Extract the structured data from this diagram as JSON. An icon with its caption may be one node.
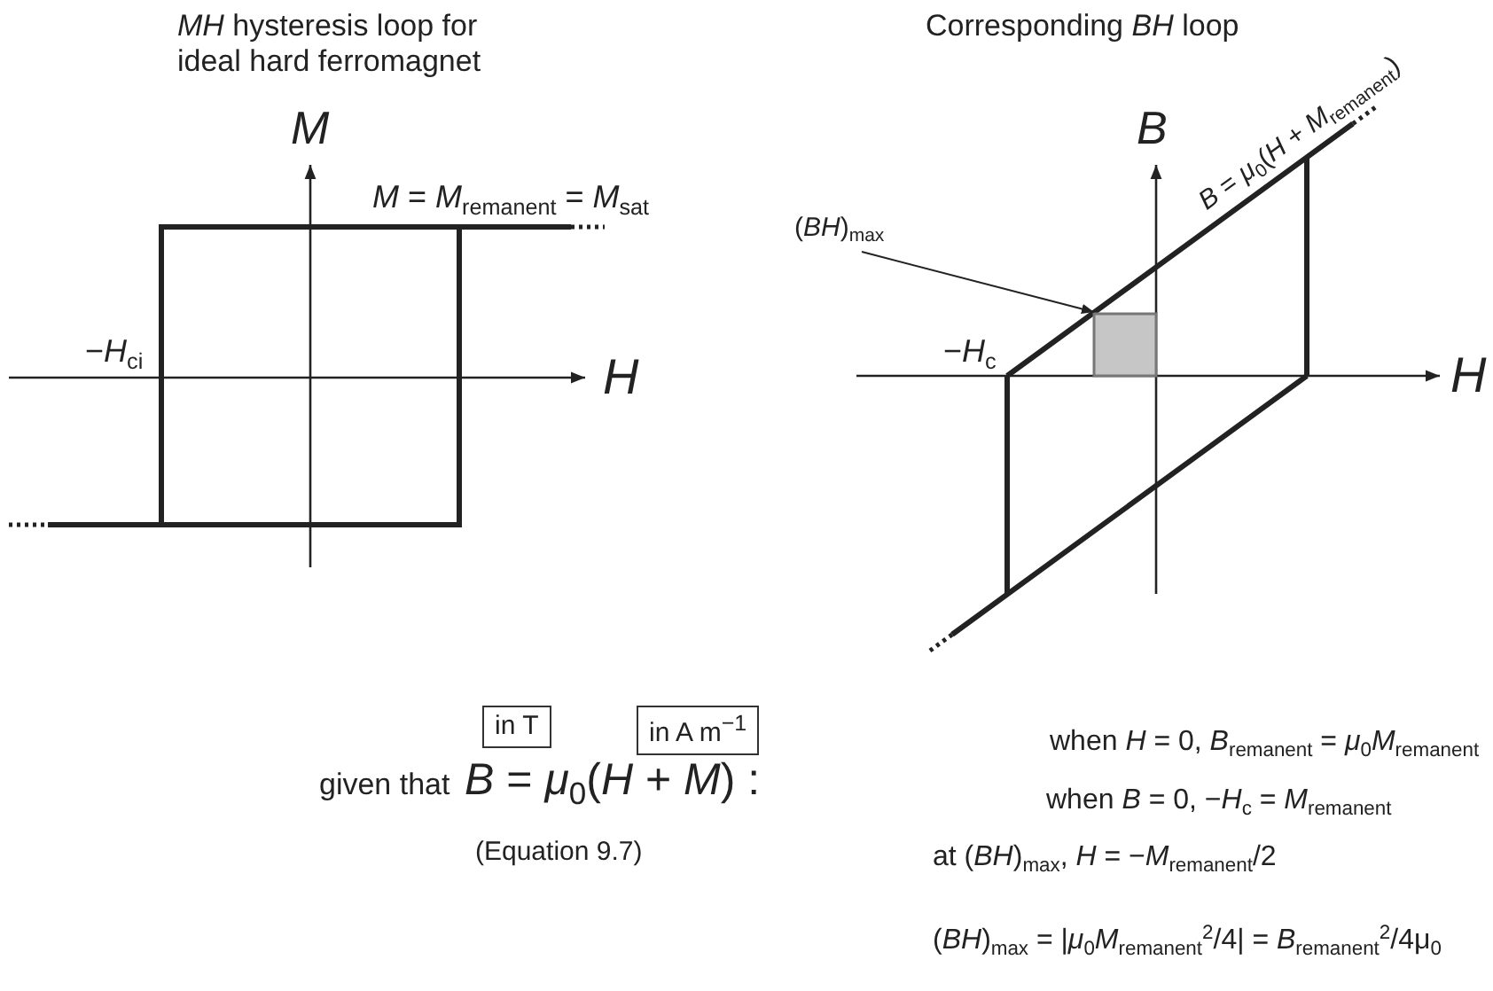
{
  "diagram": {
    "nodes": [
      {
        "text": [
          "in T"
        ]
      },
      {
        "text": [
          "in A m$^{−1}$"
        ]
      },
      {
        "text": [
          "(*BH*)$_{max}$"
        ]
      },
      {
        "text": [],
        "shape": "box"
      }
    ],
    "edges": [
      {
        "from": 2,
        "to": 3,
        "arrow": "to"
      }
    ],
    "labels": [
      "*MH* hysteresis loop for ideal hard ferromagnet",
      "Corresponding *BH* loop",
      "*B* = *μ*$_{0}$(*H* + *M*$_{remanent}$)",
      "M",
      "B",
      "*M* = *M*$_{remanent}$ = *M*$_{sat}$",
      "−*H*$_{ci}$",
      "H",
      "−*H*$_{c}$",
      "H",
      "given that",
      "*B* = *μ*$_{0}$(*H* + *M*) :",
      "(Equation 9.7)",
      "when *H* = 0, *B*$_{remanent}$ = *μ*$_{0}$*M*$_{remanent}$",
      "when *B* = 0, −*H*$_{c}$ = *M*$_{remanent}$",
      "at (*BH*)$_{max}$, *H* = −*M*$_{remanent}$/2",
      "(*BH*)$_{max}$ = |*μ*$_{0}$*M*$_{remanent}$$^{2}$/4| = *B*$_{remanent}$$^{2}$/4μ$_{0}$"
    ]
  }
}
